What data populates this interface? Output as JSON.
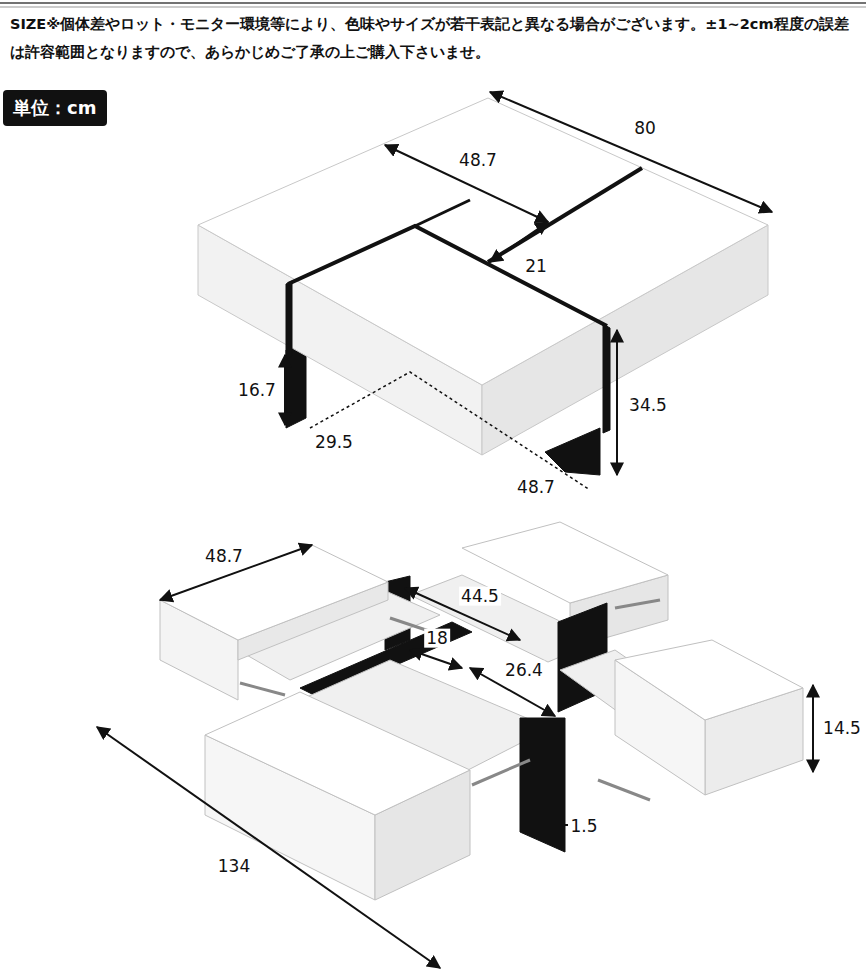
{
  "diagram": {
    "nodes": [
      {
        "text": [
          "単位：cm"
        ]
      }
    ],
    "labels": [
      "SIZE※個体差やロット・モニター環境等により、色味やサイズが若干表記と異なる場合がございます。±1~2cm程度の誤差は許容範囲となりますので、あらかじめご了承の上ご購入下さいませ。",
      "80",
      "48.7",
      "21",
      "16.7",
      "34.5",
      "29.5",
      "48.7",
      "48.7",
      "44.5",
      "18",
      "26.4",
      "14.5",
      "1.5",
      "134"
    ]
  }
}
